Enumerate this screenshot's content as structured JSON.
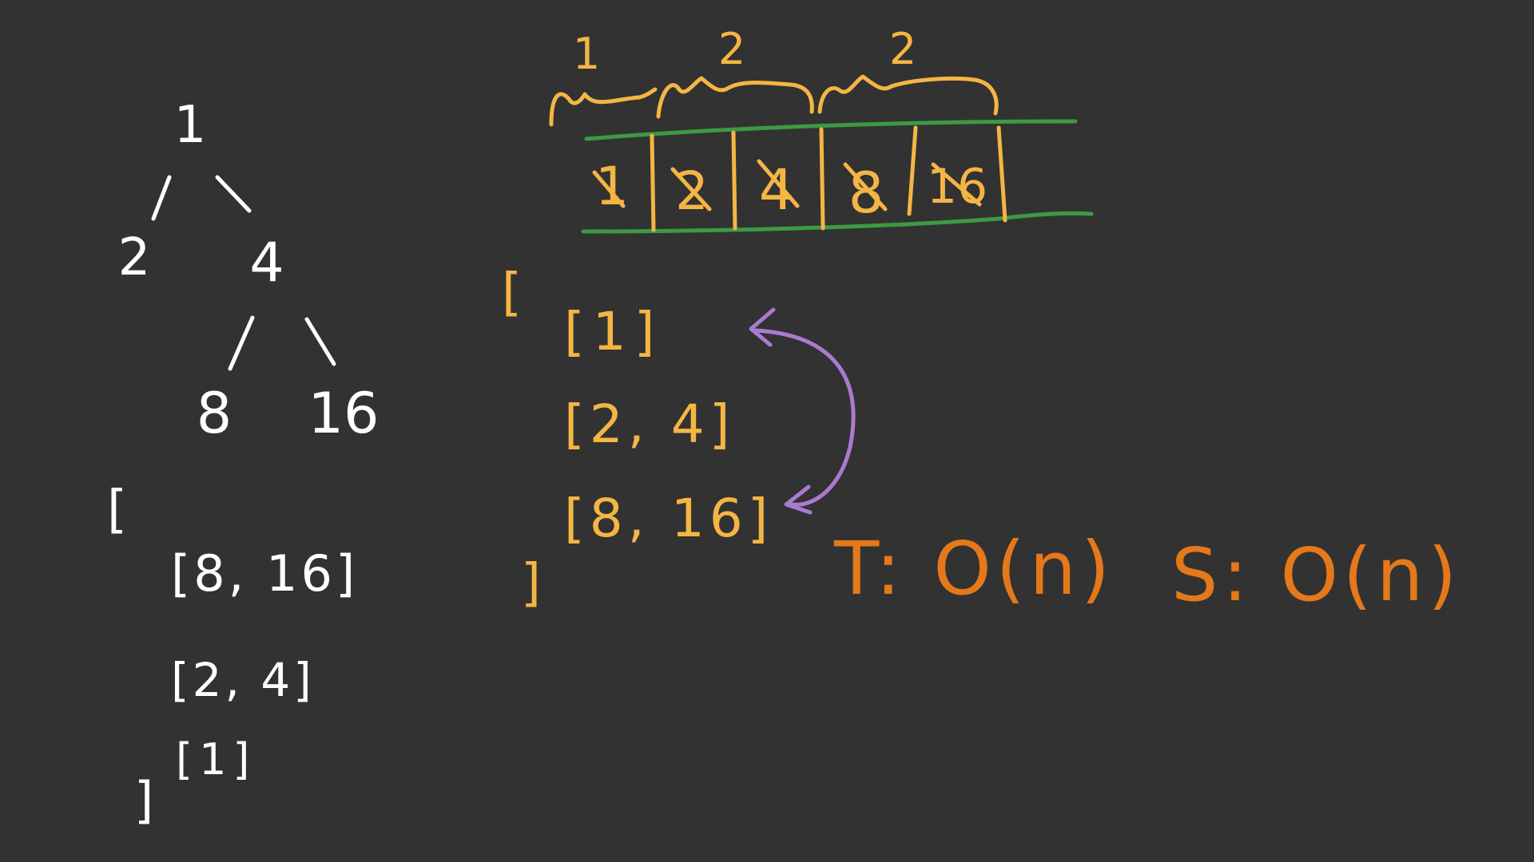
{
  "tree": {
    "root": "1",
    "left": "2",
    "right": "4",
    "right_left": "8",
    "right_right": "16"
  },
  "reversed_levels": {
    "open": "[",
    "rows": [
      "[8, 16]",
      "[2, 4]",
      "[1]"
    ],
    "close": "]"
  },
  "queue": {
    "cells": [
      "1",
      "2",
      "4",
      "8",
      "16"
    ],
    "brace_labels": [
      "1",
      "2",
      "2"
    ]
  },
  "levels": {
    "open": "[",
    "rows": [
      "[1]",
      "[2, 4]",
      "[8, 16]"
    ],
    "close": "]"
  },
  "complexity": {
    "time": "T: O(n)",
    "space": "S: O(n)"
  },
  "colors": {
    "background": "#323232",
    "tree_ink": "#ffffff",
    "queue_ink": "#f5b544",
    "queue_rails": "#3c9a44",
    "reverse_arrow": "#a97bd0",
    "complexity_ink": "#e5781a"
  }
}
